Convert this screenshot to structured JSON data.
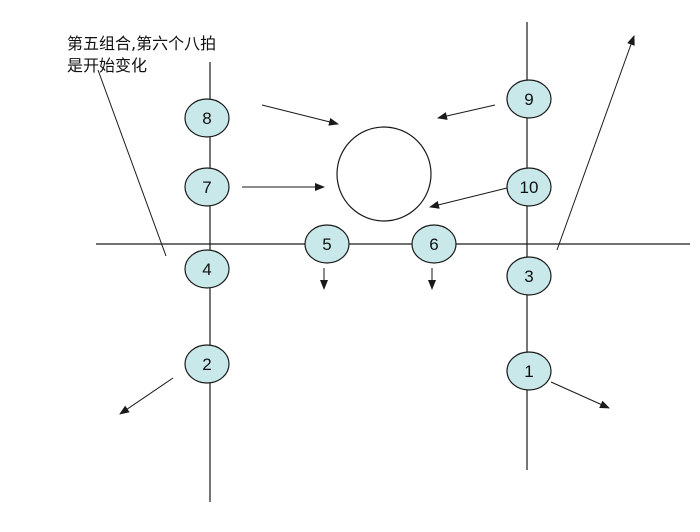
{
  "note": {
    "line1": "第五组合,第六个八拍",
    "line2": "是开始变化"
  },
  "nodes": [
    {
      "id": "8",
      "label": "8"
    },
    {
      "id": "7",
      "label": "7"
    },
    {
      "id": "4",
      "label": "4"
    },
    {
      "id": "2",
      "label": "2"
    },
    {
      "id": "5",
      "label": "5"
    },
    {
      "id": "6",
      "label": "6"
    },
    {
      "id": "9",
      "label": "9"
    },
    {
      "id": "10",
      "label": "10"
    },
    {
      "id": "3",
      "label": "3"
    },
    {
      "id": "1",
      "label": "1"
    }
  ],
  "colors": {
    "node_fill": "#c8e8ea",
    "stroke": "#1a1a1a"
  }
}
